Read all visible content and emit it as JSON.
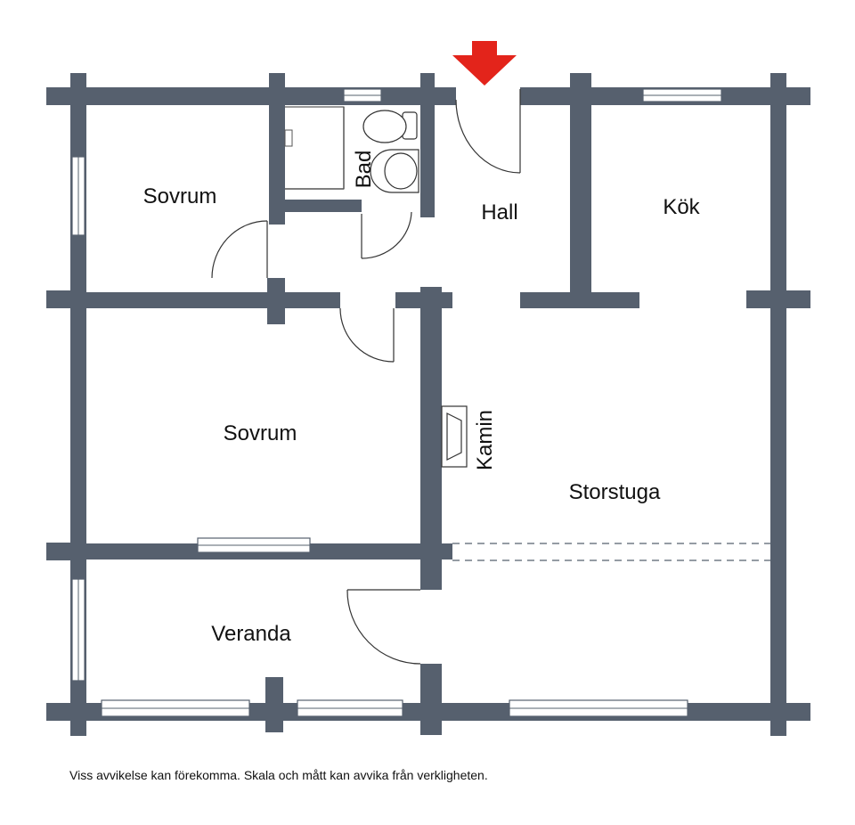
{
  "rooms": {
    "sovrum_top": "Sovrum",
    "bad": "Bad",
    "hall": "Hall",
    "kok": "Kök",
    "sovrum_mid": "Sovrum",
    "kamin": "Kamin",
    "storstuga": "Storstuga",
    "veranda": "Veranda"
  },
  "disclaimer": "Viss avvikelse kan förekomma. Skala och mått kan avvika från verkligheten.",
  "colors": {
    "wall": "#56606e",
    "entrance_arrow": "#e3241b"
  },
  "entrance_icon": "arrow-down-icon"
}
